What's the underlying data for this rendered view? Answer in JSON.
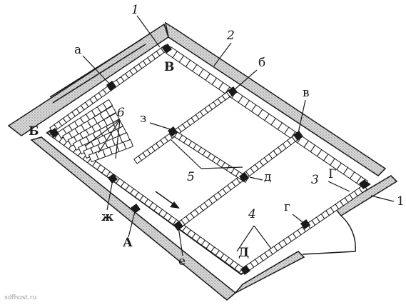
{
  "labels": {
    "a": "а",
    "b": "б",
    "v": "в",
    "g": "г",
    "d": "д",
    "e": "е",
    "zh": "ж",
    "z": "з",
    "A": "А",
    "B": "Б",
    "V": "В",
    "G": "Г",
    "D": "Д",
    "n1": "1",
    "n1b": "1",
    "n2": "2",
    "n3": "3",
    "n4": "4",
    "n5": "5",
    "n6": "6"
  },
  "watermark": "sdfhost.ru",
  "colors": {
    "ink": "#1a1a1a",
    "wall": "#bdbdbd",
    "tile": "#ffffff",
    "background": "#ffffff"
  }
}
